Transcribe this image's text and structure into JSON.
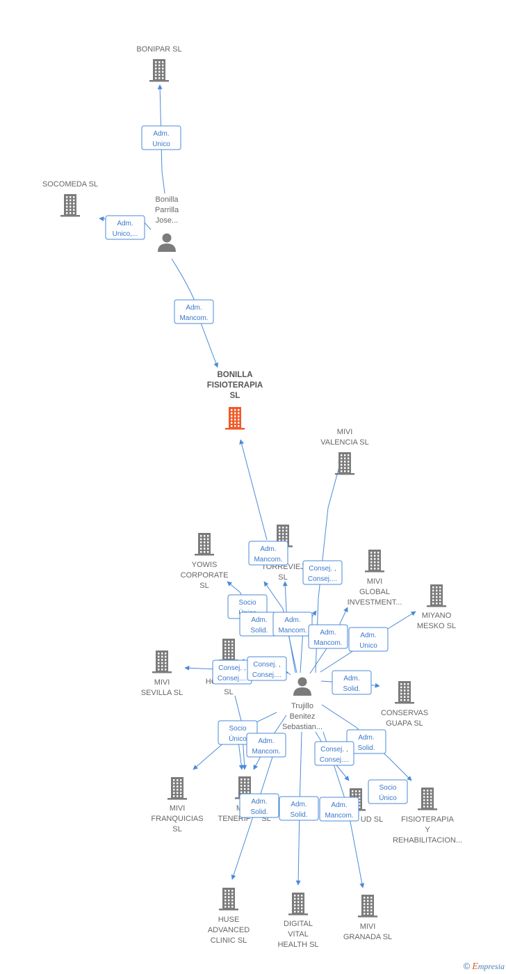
{
  "colors": {
    "node": "#7b7b7b",
    "main_node": "#f05a28",
    "edge": "#4a8ad8",
    "role_text": "#3a78c9",
    "label": "#666666"
  },
  "brand": {
    "copyright": "©",
    "initial": "E",
    "rest": "mpresia"
  },
  "nodes": [
    {
      "id": "bonipar",
      "type": "company",
      "lines": [
        "BONIPAR  SL"
      ]
    },
    {
      "id": "socomeda",
      "type": "company",
      "lines": [
        "SOCOMEDA SL"
      ]
    },
    {
      "id": "bonilla_person",
      "type": "person",
      "lines": [
        "Bonilla",
        "Parrilla",
        "Jose..."
      ]
    },
    {
      "id": "bonilla_fisio",
      "type": "main",
      "lines": [
        "BONILLA",
        "FISIOTERAPIA",
        "SL"
      ]
    },
    {
      "id": "mivi_valencia",
      "type": "company",
      "lines": [
        "MIVI",
        "VALENCIA  SL"
      ]
    },
    {
      "id": "torrevieja",
      "type": "company",
      "lines": [
        "TORREVIEJ",
        "SL"
      ]
    },
    {
      "id": "yowis",
      "type": "company",
      "lines": [
        "YOWIS",
        "CORPORATE",
        "SL"
      ]
    },
    {
      "id": "mivi_global",
      "type": "company",
      "lines": [
        "MIVI",
        "GLOBAL",
        "INVESTMENT..."
      ]
    },
    {
      "id": "miyano",
      "type": "company",
      "lines": [
        "MIYANO",
        "MESKO  SL"
      ]
    },
    {
      "id": "mivi_sevilla",
      "type": "company",
      "lines": [
        "MIVI",
        "SEVILLA  SL"
      ]
    },
    {
      "id": "ho",
      "type": "company",
      "lines": [
        "HO",
        "SL"
      ]
    },
    {
      "id": "trujillo",
      "type": "person",
      "lines": [
        "Trujillo",
        "Benitez",
        "Sebastian..."
      ]
    },
    {
      "id": "conservas",
      "type": "company",
      "lines": [
        "CONSERVAS",
        "GUAPA  SL"
      ]
    },
    {
      "id": "mivi_franquicias",
      "type": "company",
      "lines": [
        "MIVI",
        "FRANQUICIAS",
        "SL"
      ]
    },
    {
      "id": "mivi_tenerife",
      "type": "company",
      "lines": [
        "MI",
        "TENERIF",
        "SL"
      ]
    },
    {
      "id": "salud",
      "type": "company",
      "lines": [
        "UD  SL"
      ]
    },
    {
      "id": "fisio_rehab",
      "type": "company",
      "lines": [
        "FISIOTERAPIA",
        "Y",
        "REHABILITACION..."
      ]
    },
    {
      "id": "huse",
      "type": "company",
      "lines": [
        "HUSE",
        "ADVANCED",
        "CLINIC  SL"
      ]
    },
    {
      "id": "digital_vital",
      "type": "company",
      "lines": [
        "DIGITAL",
        "VITAL",
        "HEALTH  SL"
      ]
    },
    {
      "id": "mivi_granada",
      "type": "company",
      "lines": [
        "MIVI",
        "GRANADA  SL"
      ]
    }
  ],
  "roles": [
    {
      "id": "r1",
      "lines": [
        "Adm.",
        "Unico"
      ]
    },
    {
      "id": "r2",
      "lines": [
        "Adm.",
        "Unico,..."
      ]
    },
    {
      "id": "r3",
      "lines": [
        "Adm.",
        "Mancom."
      ]
    },
    {
      "id": "r4",
      "lines": [
        "Adm.",
        "Mancom."
      ]
    },
    {
      "id": "r5",
      "lines": [
        "Consej. ,",
        "Consej...."
      ]
    },
    {
      "id": "r6",
      "lines": [
        "Socio",
        "Único"
      ]
    },
    {
      "id": "r7",
      "lines": [
        "Adm.",
        "Solid."
      ]
    },
    {
      "id": "r8",
      "lines": [
        "Adm.",
        "Mancom."
      ]
    },
    {
      "id": "r9",
      "lines": [
        "Adm.",
        "Mancom."
      ]
    },
    {
      "id": "r10",
      "lines": [
        "Adm.",
        "Unico"
      ]
    },
    {
      "id": "r11",
      "lines": [
        "Consej. ,",
        "Consej...."
      ]
    },
    {
      "id": "r12",
      "lines": [
        "Consej. ,",
        "Consej...."
      ]
    },
    {
      "id": "r13",
      "lines": [
        "Adm.",
        "Solid."
      ]
    },
    {
      "id": "r14",
      "lines": [
        "Socio",
        "Único"
      ]
    },
    {
      "id": "r15",
      "lines": [
        "Adm.",
        "Mancom."
      ]
    },
    {
      "id": "r16",
      "lines": [
        "Adm.",
        "Solid."
      ]
    },
    {
      "id": "r17",
      "lines": [
        "Consej. ,",
        "Consej...."
      ]
    },
    {
      "id": "r18",
      "lines": [
        "Socio",
        "Único"
      ]
    },
    {
      "id": "r19",
      "lines": [
        "Adm.",
        "Solid."
      ]
    },
    {
      "id": "r20",
      "lines": [
        "Adm.",
        "Solid."
      ]
    },
    {
      "id": "r21",
      "lines": [
        "Adm.",
        "Mancom."
      ]
    }
  ]
}
